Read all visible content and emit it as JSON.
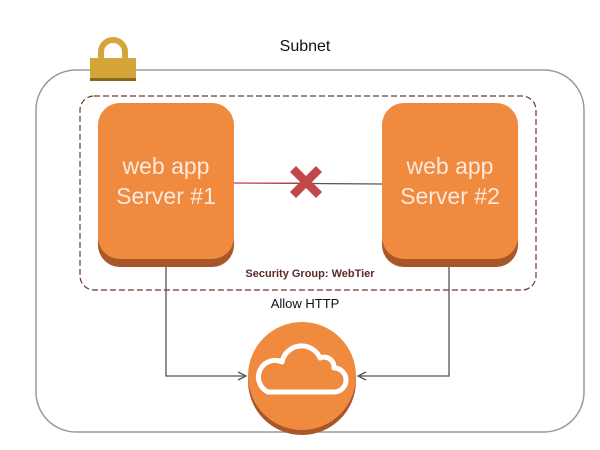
{
  "subnet": {
    "title": "Subnet",
    "icon": "lock-icon"
  },
  "security_group": {
    "label": "Security Group: WebTier"
  },
  "servers": [
    {
      "line1": "web app",
      "line2": "Server #1"
    },
    {
      "line1": "web app",
      "line2": "Server #2"
    }
  ],
  "blocked_connection": {
    "icon": "blocked-x-icon"
  },
  "gateway": {
    "label": "Allow HTTP",
    "icon": "cloud-icon"
  },
  "colors": {
    "server_fill": "#f08a3f",
    "server_shadow": "#a9562b",
    "lock": "#d4a63a",
    "blocked_x": "#c0474a",
    "subnet_border": "#999999",
    "sg_border": "#6b3a2a",
    "arrow": "#555555"
  }
}
